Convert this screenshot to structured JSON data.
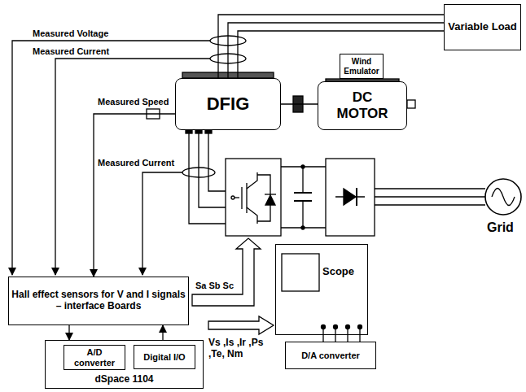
{
  "diagram": {
    "nodes": [
      {
        "text": [
          "Variable Load"
        ]
      },
      {
        "text": [
          "Wind Emulator"
        ]
      },
      {
        "text": [
          "DFIG"
        ]
      },
      {
        "text": [
          "DC MOTOR"
        ]
      },
      {
        "text": [
          "Hall effect sensors for V and I signals – interface Boards"
        ]
      },
      {
        "text": [
          "dSpace 1104"
        ]
      },
      {
        "text": [
          "A/D converter"
        ],
        "in": 5
      },
      {
        "text": [
          "Digital I/O"
        ],
        "in": 5
      },
      {
        "text": [
          "Scope"
        ]
      },
      {
        "text": [
          "D/A converter"
        ]
      }
    ],
    "edges": [
      {
        "from": 2,
        "to": 0,
        "arrow": "none"
      },
      {
        "from": 3,
        "to": 2,
        "arrow": "none"
      },
      {
        "from": 2,
        "to": 4,
        "arrow": "to"
      },
      {
        "from": 4,
        "to": 5,
        "arrow": "to"
      },
      {
        "from": 5,
        "to": 4,
        "arrow": "to"
      }
    ],
    "labels": [
      "Measured Voltage",
      "Measured Current",
      "Measured Speed",
      "Measured Current",
      "Sa Sb Sc",
      "Vs ,Is ,Ir ,Ps ,Te, Nm",
      "Grid"
    ]
  }
}
